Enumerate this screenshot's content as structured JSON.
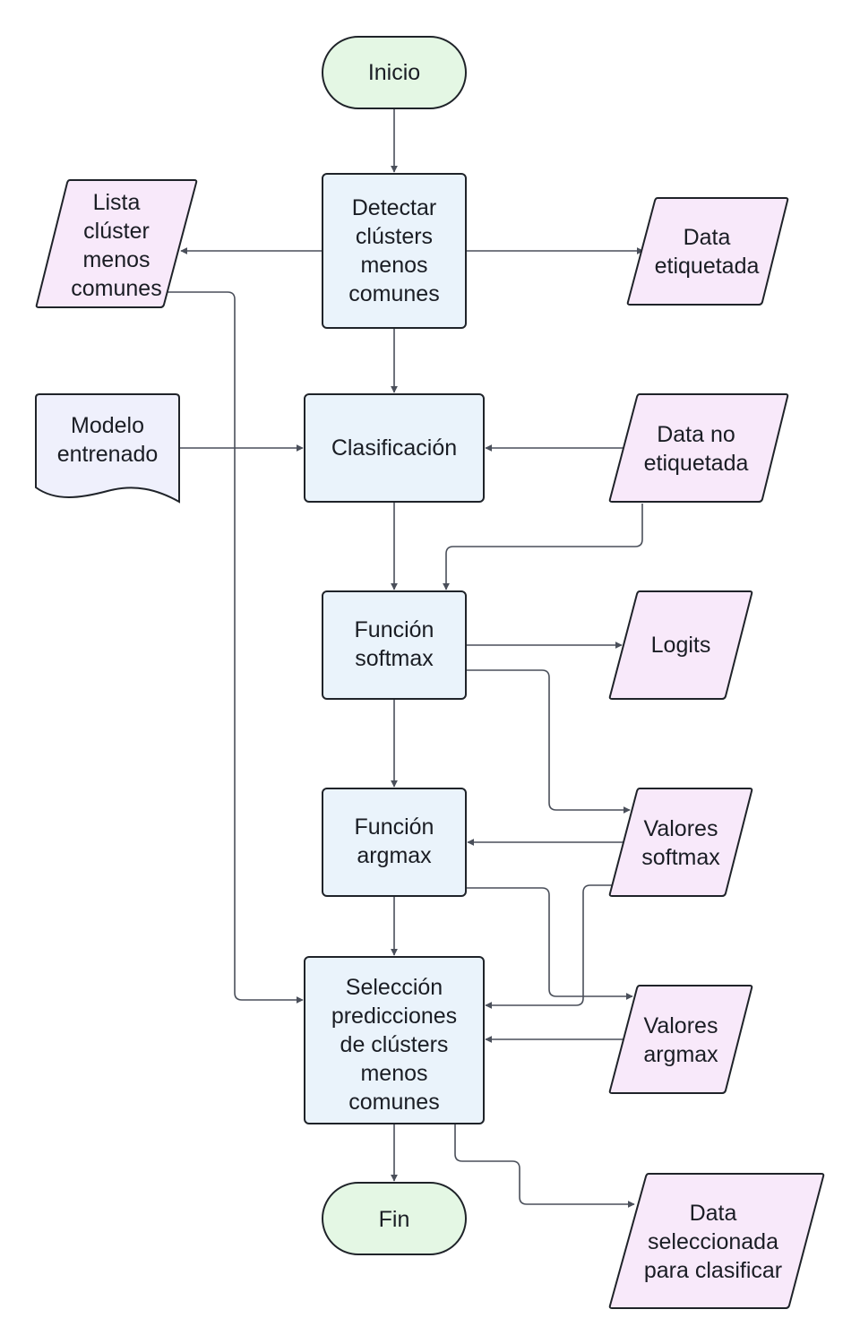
{
  "nodes": {
    "inicio": {
      "lines": [
        "Inicio"
      ]
    },
    "detectar": {
      "lines": [
        "Detectar",
        "clústers",
        "menos",
        "comunes"
      ]
    },
    "lista": {
      "lines": [
        "Lista",
        "clúster",
        "menos",
        "comunes"
      ]
    },
    "data_etiquetada": {
      "lines": [
        "Data",
        "etiquetada"
      ]
    },
    "modelo": {
      "lines": [
        "Modelo",
        "entrenado"
      ]
    },
    "clasificacion": {
      "lines": [
        "Clasificación"
      ]
    },
    "data_no_etiquetada": {
      "lines": [
        "Data no",
        "etiquetada"
      ]
    },
    "softmax": {
      "lines": [
        "Función",
        "softmax"
      ]
    },
    "logits": {
      "lines": [
        "Logits"
      ]
    },
    "argmax": {
      "lines": [
        "Función",
        "argmax"
      ]
    },
    "valores_softmax": {
      "lines": [
        "Valores",
        "softmax"
      ]
    },
    "seleccion": {
      "lines": [
        "Selección",
        "predicciones",
        "de clústers",
        "menos",
        "comunes"
      ]
    },
    "valores_argmax": {
      "lines": [
        "Valores",
        "argmax"
      ]
    },
    "fin": {
      "lines": [
        "Fin"
      ]
    },
    "data_seleccionada": {
      "lines": [
        "Data",
        "seleccionada",
        "para clasificar"
      ]
    }
  },
  "colors": {
    "terminal_fill": "#e4f7e4",
    "process_fill": "#eaf3fb",
    "data_fill": "#f8e9fa",
    "document_fill": "#eff0fc",
    "stroke": "#1f2329",
    "edge": "#4a4f5a"
  },
  "edges": [
    {
      "from": "inicio",
      "to": "detectar"
    },
    {
      "from": "detectar",
      "to": "lista"
    },
    {
      "from": "detectar",
      "to": "data_etiquetada"
    },
    {
      "from": "detectar",
      "to": "clasificacion"
    },
    {
      "from": "modelo",
      "to": "clasificacion"
    },
    {
      "from": "data_no_etiquetada",
      "to": "clasificacion"
    },
    {
      "from": "data_no_etiquetada",
      "to": "softmax"
    },
    {
      "from": "clasificacion",
      "to": "softmax"
    },
    {
      "from": "softmax",
      "to": "logits"
    },
    {
      "from": "softmax",
      "to": "valores_softmax"
    },
    {
      "from": "softmax",
      "to": "argmax"
    },
    {
      "from": "valores_softmax",
      "to": "argmax"
    },
    {
      "from": "valores_softmax",
      "to": "seleccion"
    },
    {
      "from": "argmax",
      "to": "valores_argmax"
    },
    {
      "from": "argmax",
      "to": "seleccion"
    },
    {
      "from": "valores_argmax",
      "to": "seleccion"
    },
    {
      "from": "lista",
      "to": "seleccion"
    },
    {
      "from": "seleccion",
      "to": "fin"
    },
    {
      "from": "seleccion",
      "to": "data_seleccionada"
    }
  ]
}
